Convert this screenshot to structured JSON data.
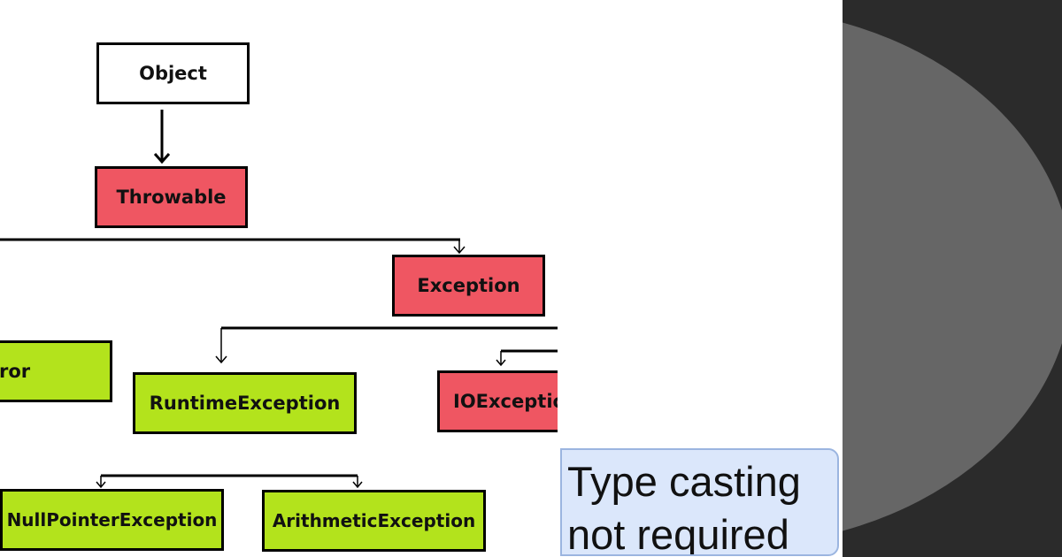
{
  "diagram": {
    "nodes": {
      "object": "Object",
      "throwable": "Throwable",
      "exception": "Exception",
      "error": "ror",
      "runtime_exception": "RuntimeException",
      "io_exception": "IOExceptio",
      "null_pointer_exception": "NullPointerException",
      "arithmetic_exception": "ArithmeticException"
    },
    "colors": {
      "red_node": "#ef5662",
      "green_node": "#b3e31c",
      "white_node": "#ffffff",
      "connector": "#000000"
    }
  },
  "callout": {
    "line1": "Type casting",
    "line2": "not required"
  },
  "colors": {
    "callout_bg": "#dbe7fb",
    "dark_panel": "#2b2b2b",
    "disc": "#666666"
  }
}
